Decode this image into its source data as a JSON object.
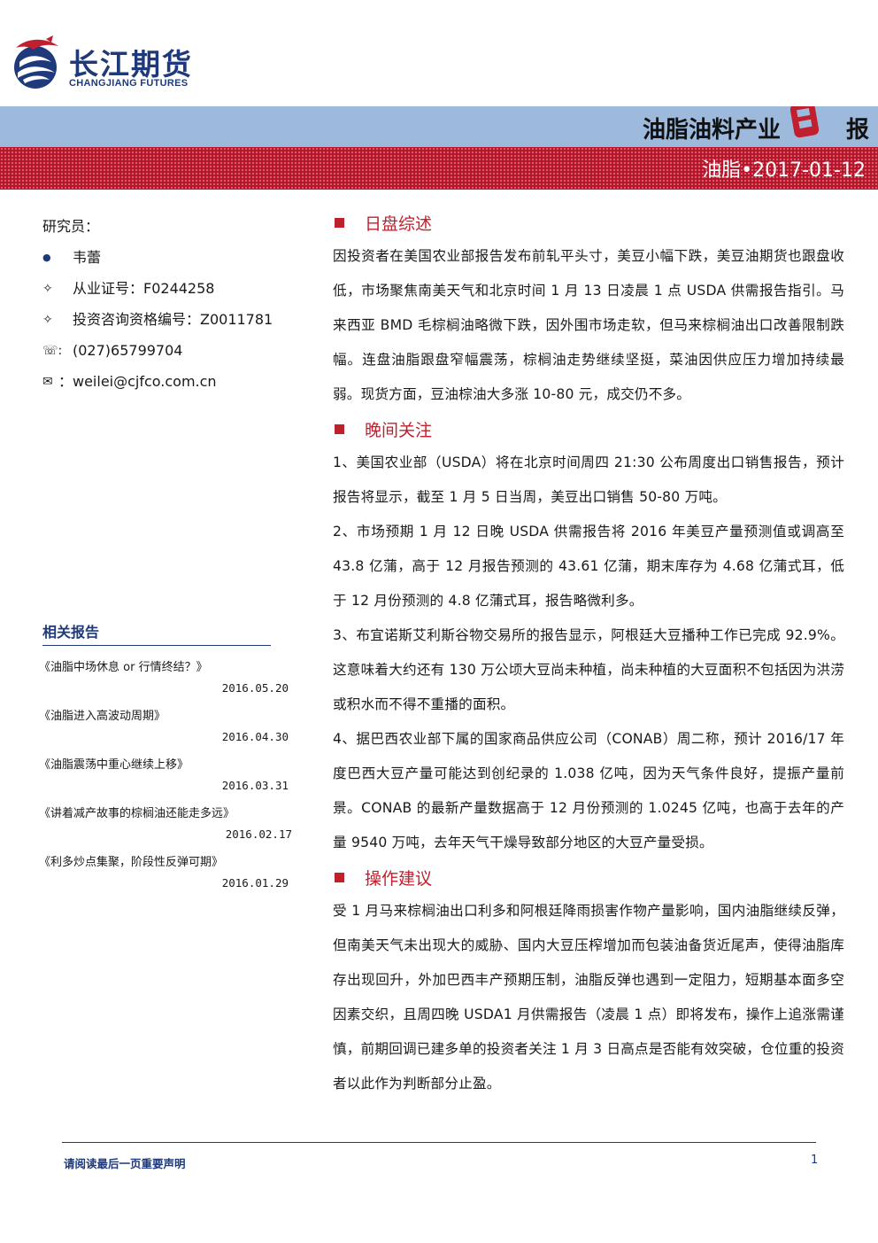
{
  "brand": {
    "name_cn": "长江期货",
    "name_en": "CHANGJIANG FUTURES"
  },
  "banner": {
    "title": "油脂油料产业",
    "ri": "日",
    "bao": "报",
    "subtitle": "油脂•2017-01-12"
  },
  "researcher": {
    "heading": "研究员：",
    "name": "韦蕾",
    "license": "从业证号：F0244258",
    "advisor_license": "投资咨询资格编号：Z0011781",
    "phone": "(027)65799704",
    "email": "：weilei@cjfco.com.cn"
  },
  "related": {
    "title": "相关报告",
    "items": [
      {
        "title": "《油脂中场休息 or 行情终结？》",
        "date": "2016.05.20"
      },
      {
        "title": "《油脂进入高波动周期》",
        "date": "2016.04.30"
      },
      {
        "title": "《油脂震荡中重心继续上移》",
        "date": "2016.03.31"
      },
      {
        "title": "《讲着减产故事的棕榈油还能走多远》",
        "date": "2016.02.17"
      },
      {
        "title": "《利多炒点集聚，阶段性反弹可期》",
        "date": "2016.01.29"
      }
    ]
  },
  "sections": [
    {
      "heading": "日盘综述",
      "paragraphs": [
        "因投资者在美国农业部报告发布前轧平头寸，美豆小幅下跌，美豆油期货也跟盘收低，市场聚焦南美天气和北京时间 1 月 13 日凌晨 1 点 USDA 供需报告指引。马来西亚 BMD 毛棕榈油略微下跌，因外围市场走软，但马来棕榈油出口改善限制跌幅。连盘油脂跟盘窄幅震荡，棕榈油走势继续坚挺，菜油因供应压力增加持续最弱。现货方面，豆油棕油大多涨 10-80 元，成交仍不多。"
      ]
    },
    {
      "heading": "晚间关注",
      "paragraphs": [
        "1、美国农业部（USDA）将在北京时间周四 21:30 公布周度出口销售报告，预计报告将显示，截至 1 月 5 日当周，美豆出口销售 50-80 万吨。",
        "2、市场预期 1 月 12 日晚 USDA 供需报告将 2016 年美豆产量预测值或调高至 43.8 亿蒲，高于 12 月报告预测的 43.61 亿蒲，期末库存为 4.68 亿蒲式耳，低于 12 月份预测的 4.8 亿蒲式耳，报告略微利多。",
        "3、布宜诺斯艾利斯谷物交易所的报告显示，阿根廷大豆播种工作已完成 92.9%。这意味着大约还有 130 万公顷大豆尚未种植，尚未种植的大豆面积不包括因为洪涝或积水而不得不重播的面积。",
        "4、据巴西农业部下属的国家商品供应公司（CONAB）周二称，预计 2016/17 年度巴西大豆产量可能达到创纪录的 1.038 亿吨，因为天气条件良好，提振产量前景。CONAB 的最新产量数据高于 12 月份预测的 1.0245 亿吨，也高于去年的产量 9540 万吨，去年天气干燥导致部分地区的大豆产量受损。"
      ]
    },
    {
      "heading": "操作建议",
      "paragraphs": [
        "受 1 月马来棕榈油出口利多和阿根廷降雨损害作物产量影响，国内油脂继续反弹，但南美天气未出现大的威胁、国内大豆压榨增加而包装油备货近尾声，使得油脂库存出现回升，外加巴西丰产预期压制，油脂反弹也遇到一定阻力，短期基本面多空因素交织，且周四晚 USDA1 月供需报告（凌晨 1 点）即将发布，操作上追涨需谨慎，前期回调已建多单的投资者关注 1 月 3 日高点是否能有效突破，仓位重的投资者以此作为判断部分止盈。"
      ]
    }
  ],
  "footer": {
    "disclaimer": "请阅读最后一页重要声明",
    "page": "1"
  },
  "colors": {
    "brand_blue": "#1f3a7a",
    "band_blue": "#9db9dc",
    "band_red": "#b8142a",
    "accent_red": "#c0202e"
  },
  "icons": [
    "logo-emblem",
    "person-icon",
    "diamond-bullet-icon",
    "phone-icon",
    "envelope-icon",
    "square-bullet-icon"
  ]
}
